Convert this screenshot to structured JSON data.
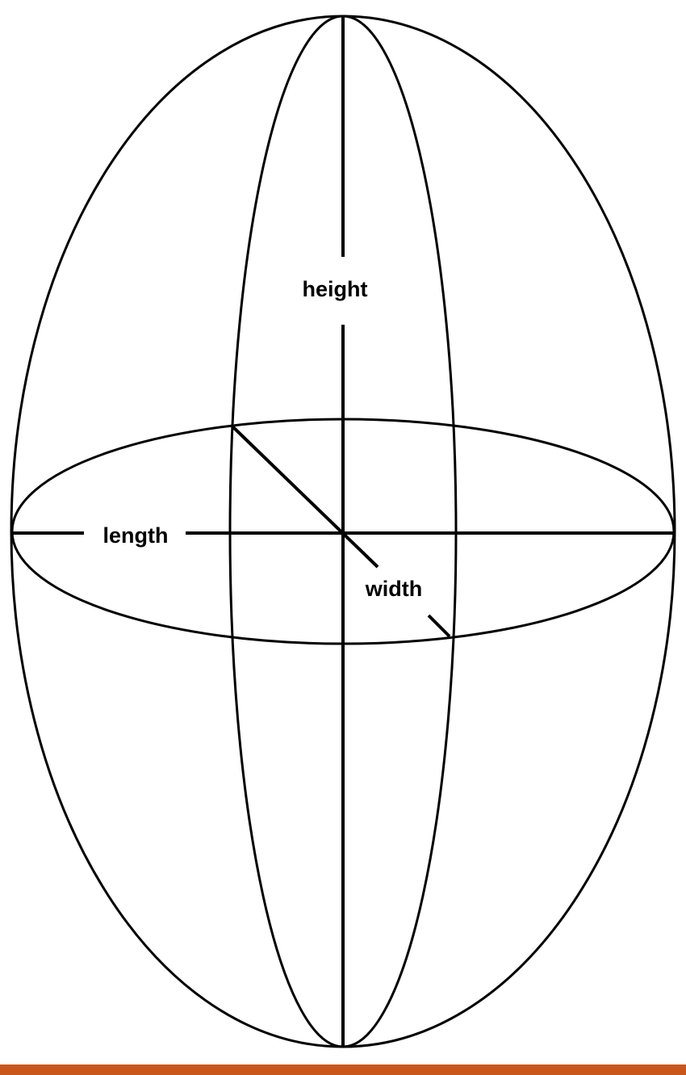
{
  "labels": {
    "height": "height",
    "length": "length",
    "width": "width"
  },
  "colors": {
    "stroke": "#000000",
    "background": "#ffffff",
    "footer_bar": "#c8571e"
  }
}
